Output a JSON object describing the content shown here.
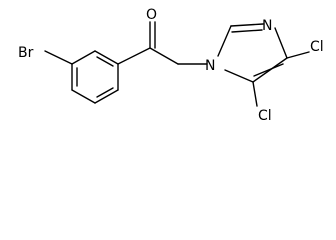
{
  "molecule": {
    "atoms": {
      "oxygen": "O",
      "bromine": "Br",
      "imidazole_nitrogen_ring": "N",
      "imidazole_nitrogen_substituted": "N",
      "chlorine_upper": "Cl",
      "chlorine_lower": "Cl"
    }
  }
}
